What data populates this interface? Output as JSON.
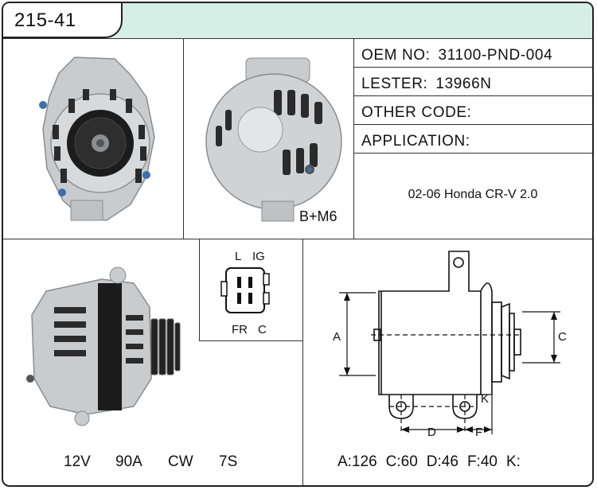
{
  "header": {
    "model_code": "215-41"
  },
  "specs": {
    "oem_label": "OEM NO:",
    "oem_value": "31100-PND-004",
    "lester_label": "LESTER:",
    "lester_value": "13966N",
    "other_code_label": "OTHER CODE:",
    "application_label": "APPLICATION:",
    "application_value": "02-06 Honda CR-V 2.0"
  },
  "terminal": {
    "label": "B+M6"
  },
  "connector": {
    "pins": [
      "L",
      "IG",
      "FR",
      "C"
    ]
  },
  "electrical": {
    "voltage": "12V",
    "amperage": "90A",
    "rotation": "CW",
    "pulley": "7S"
  },
  "diagram_labels": {
    "a": "A",
    "c": "C",
    "d": "D",
    "f": "F",
    "k": "K"
  },
  "dimensions": {
    "a": "A:126",
    "c": "C:60",
    "d": "D:46",
    "f": "F:40",
    "k": "K:"
  },
  "colors": {
    "header_band": "#d5efe6",
    "border": "#222222",
    "part_body": "#c9cccf"
  },
  "icons": [
    "alternator-front-photo",
    "alternator-rear-photo",
    "alternator-side-photo",
    "connector-plug-icon",
    "dimension-drawing"
  ]
}
